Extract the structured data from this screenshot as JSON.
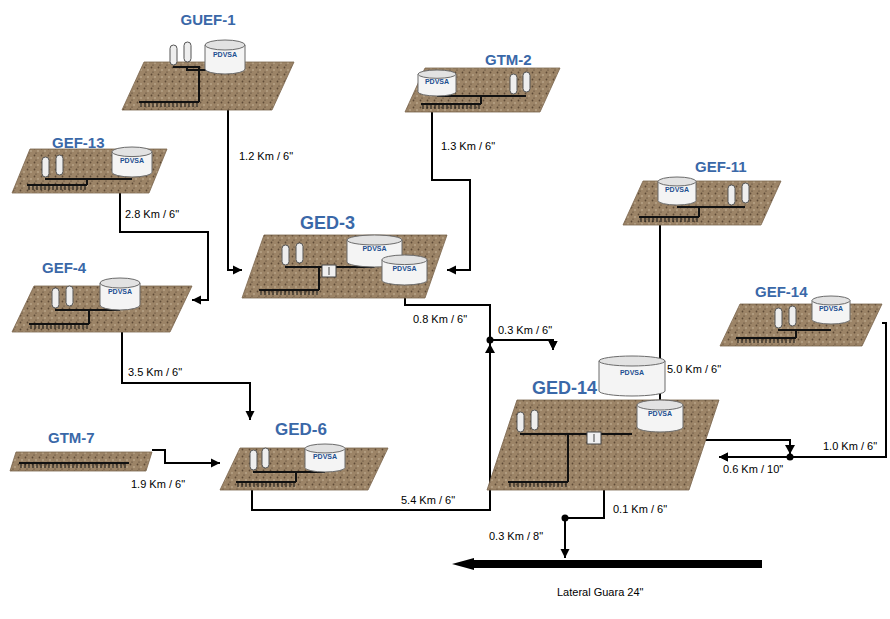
{
  "diagram": {
    "nodes": [
      {
        "text": [
          "GUEF-1",
          "PDVSA"
        ]
      },
      {
        "text": [
          "GTM-2",
          "PDVSA"
        ]
      },
      {
        "text": [
          "GEF-13",
          "PDVSA"
        ]
      },
      {
        "text": [
          "GED-3",
          "PDVSA",
          "PDVSA"
        ]
      },
      {
        "text": [
          "GEF-11",
          "PDVSA"
        ]
      },
      {
        "text": [
          "GEF-4",
          "PDVSA"
        ]
      },
      {
        "text": [
          "GEF-14",
          "PDVSA"
        ]
      },
      {
        "text": [
          "GED-14",
          "PDVSA",
          "PDVSA"
        ]
      },
      {
        "text": [
          "GTM-7"
        ]
      },
      {
        "text": [
          "GED-6",
          "PDVSA"
        ]
      },
      {
        "text": [
          "Lateral Guara 24\""
        ]
      }
    ],
    "edges": [
      {
        "from": 0,
        "to": 3,
        "arrow": "to",
        "label": "1.2 Km / 6\""
      },
      {
        "from": 1,
        "to": 3,
        "arrow": "to",
        "label": "1.3 Km / 6\""
      },
      {
        "from": 2,
        "to": 5,
        "arrow": "to",
        "label": "2.8 Km / 6\""
      },
      {
        "from": 5,
        "to": 9,
        "arrow": "to",
        "label": "3.5 Km / 6\""
      },
      {
        "from": 8,
        "to": 9,
        "arrow": "to",
        "label": "1.9 Km / 6\""
      },
      {
        "from": 3,
        "to": 7,
        "arrow": "to",
        "label": "0.8 Km / 6\""
      },
      {
        "from": 9,
        "to": 7,
        "arrow": "to",
        "label": "5.4 Km / 6\""
      },
      {
        "from": 4,
        "to": 7,
        "arrow": "to",
        "label": "5.0 Km / 6\""
      },
      {
        "from": 6,
        "to": 7,
        "arrow": "to",
        "label": "1.0 Km / 6\""
      },
      {
        "from": 7,
        "to": 10,
        "arrow": "to",
        "label": "0.1 Km / 6\""
      }
    ],
    "labels": [
      "0.3 Km / 6\"",
      "0.6 Km / 10\"",
      "0.3 Km / 8\""
    ]
  }
}
